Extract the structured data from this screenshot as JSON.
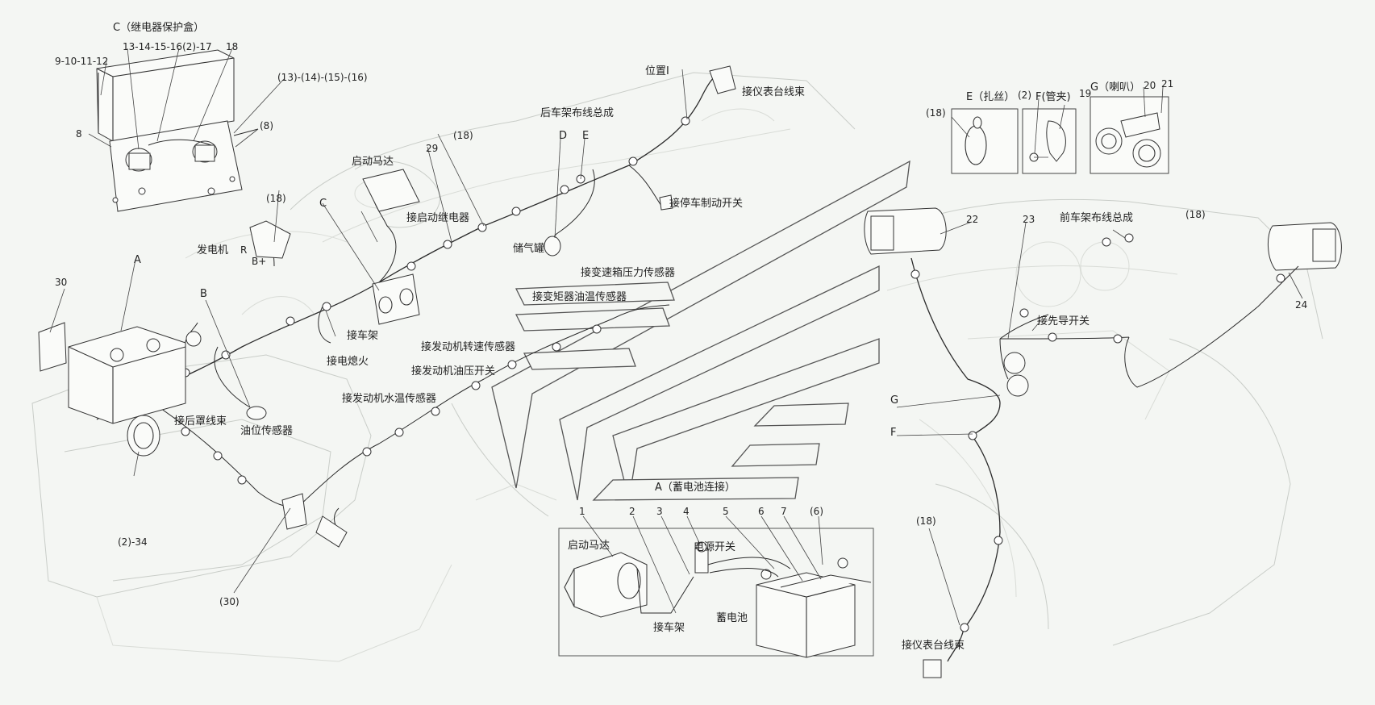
{
  "labels": {
    "relay_box_title": "C（继电器保护盒）",
    "relay_parts_top": "13-14-15-16(2)-17",
    "relay_parts_18": "18",
    "relay_parts_left": "9-10-11-12",
    "relay_parts_right": "(13)-(14)-(15)-(16)",
    "relay_8": "8",
    "relay_8b": "(8)",
    "pos1": "位置Ⅰ",
    "instr_harness_top": "接仪表台线束",
    "rear_frame_harness": "后车架布线总成",
    "d": "D",
    "e": "E",
    "n18a": "(18)",
    "n29": "29",
    "starter_top": "启动马达",
    "to_start_relay": "接启动继电器",
    "to_parking_brake": "接停车制动开关",
    "air_tank": "储气罐",
    "c_top": "C",
    "n18b": "(18)",
    "generator": "发电机",
    "r": "R",
    "bplus": "B+",
    "a_top": "A",
    "n30": "30",
    "b_top": "B",
    "to_frame_mid": "接车架",
    "to_flameout": "接电熄火",
    "to_trans_pressure": "接变速箱压力传感器",
    "to_tc_oil_temp": "接变矩器油温传感器",
    "to_engine_speed": "接发动机转速传感器",
    "to_oil_pressure": "接发动机油压开关",
    "to_water_temp": "接发动机水温传感器",
    "to_rear_cover": "接后罩线束",
    "fuel_sensor": "油位传感器",
    "n2_34": "(2)-34",
    "n30b": "(30)",
    "battery_conn": "A（蓄电池连接）",
    "n1": "1",
    "n2": "2",
    "n3": "3",
    "n4": "4",
    "n5": "5",
    "n6": "6",
    "n7": "7",
    "n6b": "(6)",
    "starter_inset": "启动马达",
    "power_switch": "电源开关",
    "battery": "蓄电池",
    "to_frame_inset": "接车架",
    "e_tie": "E（扎丝）",
    "n2e": "(2)",
    "f_clamp": "F(管夹)",
    "n19": "19",
    "g_horn": "G（喇叭）",
    "n20": "20",
    "n21": "21",
    "n18_e": "(18)",
    "n22": "22",
    "n23": "23",
    "front_frame_harness": "前车架布线总成",
    "n18_front": "(18)",
    "n24": "24",
    "to_pilot_switch": "接先导开关",
    "g_side": "G",
    "f_side": "F",
    "n18_bottom": "(18)",
    "instr_harness_bottom": "接仪表台线束"
  }
}
